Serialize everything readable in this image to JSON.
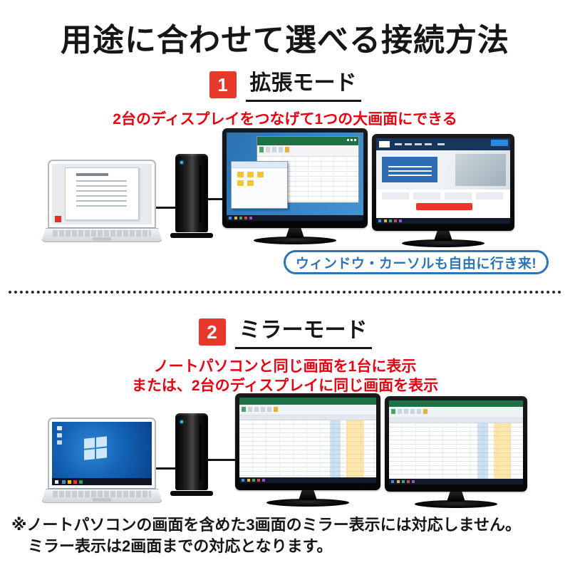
{
  "title": "用途に合わせて選べる接続方法",
  "section1": {
    "number": "1",
    "heading": "拡張モード",
    "description": "2台のディスプレイをつなげて1つの大画面にできる",
    "callout": "ウィンドウ・カーソルも自由に行き来!"
  },
  "section2": {
    "number": "2",
    "heading": "ミラーモード",
    "description_line1": "ノートパソコンと同じ画面を1台に表示",
    "description_line2": "または、2台のディスプレイに同じ画面を表示"
  },
  "footnote": {
    "line1": "※ノートパソコンの画面を含めた3画面のミラー表示には対応しません。",
    "line2": "ミラー表示は2画面までの対応となります。"
  },
  "colors": {
    "accent_red": "#e60012",
    "badge_red": "#e8382b",
    "callout_blue": "#2e74b5",
    "text_black": "#161616"
  }
}
